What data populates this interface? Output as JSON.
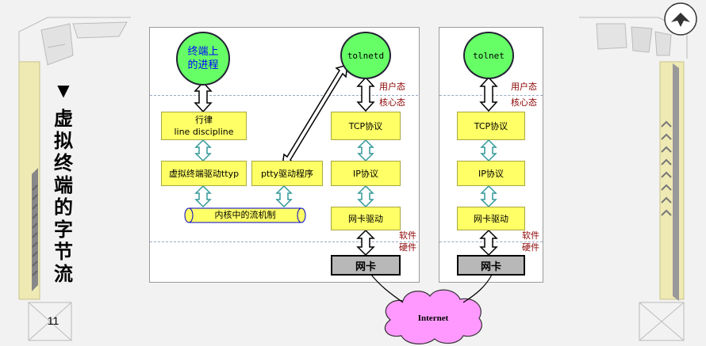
{
  "slide": {
    "title_chars": [
      "虚",
      "拟",
      "终",
      "端",
      "的",
      "字",
      "节",
      "流"
    ],
    "page_number": "11"
  },
  "left_panel": {
    "process_circle": "终端上\n的进程",
    "daemon_circle": "tolnetd",
    "line_discipline": "行律\nline discipline",
    "vterm_driver": "虚拟终端驱动ttyp",
    "pty_driver": "ptty驱动程序",
    "kernel_stream": "内核中的流机制",
    "tcp": "TCP协议",
    "ip": "IP协议",
    "nic_driver": "网卡驱动",
    "nic": "网卡",
    "user_mode": "用户态",
    "kernel_mode": "核心态",
    "software": "软件",
    "hardware": "硬件"
  },
  "right_panel": {
    "client_circle": "tolnet",
    "tcp": "TCP协议",
    "ip": "IP协议",
    "nic_driver": "网卡驱动",
    "nic": "网卡",
    "user_mode": "用户态",
    "kernel_mode": "核心态",
    "software": "软件",
    "hardware": "硬件"
  },
  "network": {
    "label": "Internet"
  },
  "colors": {
    "circle_fill": "#66ff66",
    "box_fill": "#ffff66",
    "nic_fill": "#b8b8b8",
    "cloud_fill": "#ff99ff",
    "arrow_teal": "#339999",
    "mode_label": "#8b0000",
    "process_text": "#0000ff",
    "decor_strip": "#efe9b4"
  }
}
